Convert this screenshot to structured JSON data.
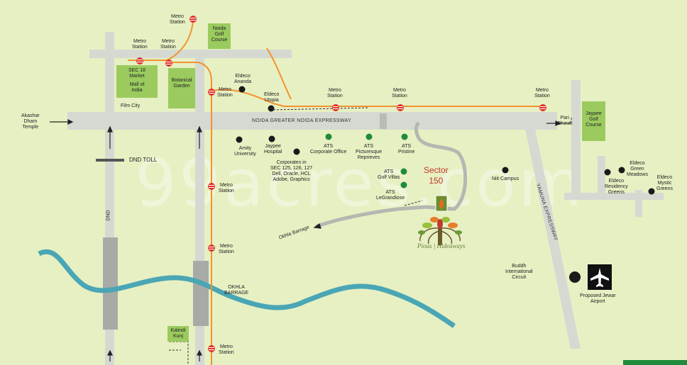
{
  "labels": {
    "metro_top": "Metro\nStation",
    "metro_sec18_left": "Metro\nStation",
    "metro_sec18_right": "Metro\nStation",
    "metro_botanical": "Metro\nStation",
    "metro_expressway_1": "Metro\nStation",
    "metro_expressway_2": "Metro\nStation",
    "metro_expressway_3": "Metro\nStation",
    "metro_south_1": "Metro\nStation",
    "metro_south_2": "Metro\nStation",
    "metro_south_3": "Metro\nStation",
    "noida_golf_course": "Noida\nGolf\nCourse",
    "sec18_market": "SEC 18\nMarket",
    "mall_of_india": "Mall of\nIndia",
    "film_city": "Film City",
    "botanical_garden": "Botanical\nGarden",
    "eldeco_ananda": "Eldeco\nAnanda",
    "eldeco_utopia": "Eldeco\nUtopia",
    "akashar_dham": "Akashar\nDham\nTemple",
    "expressway": "NOIDA GREATER NOIDA EXPRESSWAY",
    "pari_chowk": "Pari\nChowk",
    "jaypee_golf": "Jaypee\nGolf\nCourse",
    "amity": "Amity\nUniversity",
    "jaypee_hospital": "Jaypee\nHospital",
    "corporates": "Corporates in\nSEC 125, 126, 127\nDell, Oracle, HCL\nAdobe, Graphics",
    "ats_corporate": "ATS\nCorporate Office",
    "ats_picturesque": "ATS\nPicturesque\nReprieves",
    "ats_pristine": "ATS\nPristine",
    "ats_golf_villas": "ATS\nGolf Villas",
    "ats_legrandiose": "ATS\nLeGrandiose",
    "sector_150": "Sector\n150",
    "dnd_toll": "DND TOLL",
    "dnd": "DND",
    "okhla_barrage_road": "Okhla Barrage",
    "okhla_barrage": "OKHLA\nBARRAGE",
    "kalindi_kunj": "Kalindi\nKunj",
    "niit_campus": "Niit Campus",
    "yamuna_expressway": "YAMUNA EXPRESSWAY",
    "eldeco_green_meadows": "Eldeco\nGreen\nMeadows",
    "eldeco_residency": "Eldeco\nResidency\nGreens",
    "eldeco_mystic": "Eldeco\nMystic\nGreens",
    "buddh_circuit": "Buddh\nInternational\nCircuit",
    "jewar_airport": "Proposed Jewar\nAirport",
    "brand_left": "Pious",
    "brand_right": "Hideaways",
    "watermark": "99acres.com"
  },
  "colors": {
    "land": "#e7f0c3",
    "road": "#d6d9d2",
    "road_dark": "#a8aaa6",
    "metro_line": "#f2932e",
    "metro_icon": "#e0312a",
    "river": "#4aa6b5",
    "green_area": "#9bcb5f",
    "ats_dot": "#1e8c3a",
    "sector_text": "#c0392b"
  },
  "icons": [
    "metro-station-icon",
    "landmark-dot-icon",
    "airplane-icon",
    "arrow-icon",
    "tree-logo-icon"
  ]
}
